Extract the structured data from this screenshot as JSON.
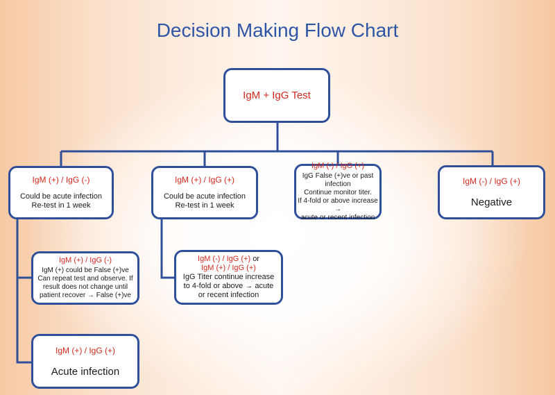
{
  "title": "Decision Making Flow Chart",
  "colors": {
    "title": "#2f56a6",
    "border": "#2f4f9a",
    "red_text": "#d3291f",
    "body_text": "#1a1a1a"
  },
  "nodes": {
    "root": {
      "label": "IgM + IgG Test"
    },
    "n1": {
      "title": "IgM (+) / IgG (-)",
      "body": [
        "Could be acute infection",
        "Re-test in 1 week"
      ]
    },
    "n2": {
      "title": "IgM (+) / IgG (+)",
      "body": [
        "Could be acute infection",
        "Re-test in 1 week"
      ]
    },
    "n3": {
      "title": "IgM (-) / IgG (+)",
      "body": [
        "IgG False (+)ve or past",
        "infection",
        "Continue monitor titer.",
        "If 4-fold or above increase →",
        "acute or recent infection"
      ]
    },
    "n4": {
      "title": "IgM (-) / IgG (+)",
      "body": [
        "Negative"
      ]
    },
    "c1": {
      "title": "IgM (+) / IgG (-)",
      "body": [
        "IgM (+) could be False (+)ve",
        "Can repeat test and observe. If",
        "result does not change until",
        "patient recover → False (+)ve"
      ]
    },
    "c2": {
      "title_1": "IgM (-) / IgG (+)",
      "title_join": "or",
      "title_2": "IgM (+) / IgG (+)",
      "body": [
        "IgG Titer continue increase",
        "to 4-fold or above → acute",
        "or recent infection"
      ]
    },
    "c3": {
      "title": "IgM (+) / IgG (+)",
      "body": [
        "Acute infection"
      ]
    }
  }
}
